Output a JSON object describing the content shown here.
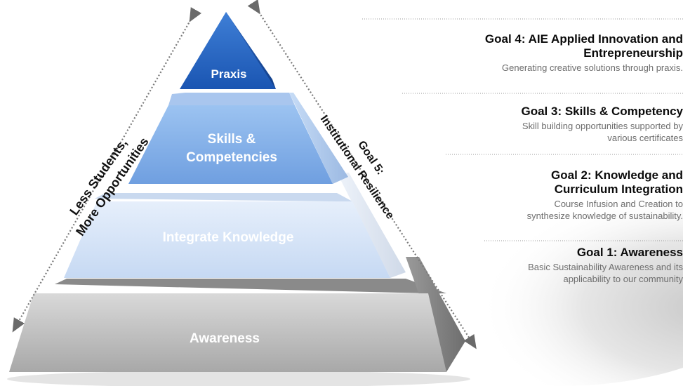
{
  "pyramid": {
    "tiers": [
      {
        "label": "Praxis"
      },
      {
        "label_line1": "Skills &",
        "label_line2": "Competencies"
      },
      {
        "label": "Integrate Knowledge"
      },
      {
        "label": "Awareness"
      }
    ]
  },
  "side_labels": {
    "left_line1": "Less Students,",
    "left_line2": "More Opportunities",
    "right_line1": "Goal 5:",
    "right_line2": "Institutional Resilience"
  },
  "goals": [
    {
      "title_line1": "Goal 4: AIE Applied Innovation and",
      "title_line2": "Entrepreneurship",
      "desc_line1": "Generating creative solutions through praxis."
    },
    {
      "title_line1": "Goal 3: Skills & Competency",
      "desc_line1": "Skill building opportunities supported by",
      "desc_line2": "various certificates"
    },
    {
      "title_line1": "Goal 2: Knowledge and",
      "title_line2": "Curriculum Integration",
      "desc_line1": "Course Infusion and Creation to",
      "desc_line2": "synthesize knowledge of sustainability."
    },
    {
      "title_line1": "Goal 1: Awareness",
      "desc_line1": "Basic Sustainability Awareness and its",
      "desc_line2": "applicability to our community"
    }
  ]
}
